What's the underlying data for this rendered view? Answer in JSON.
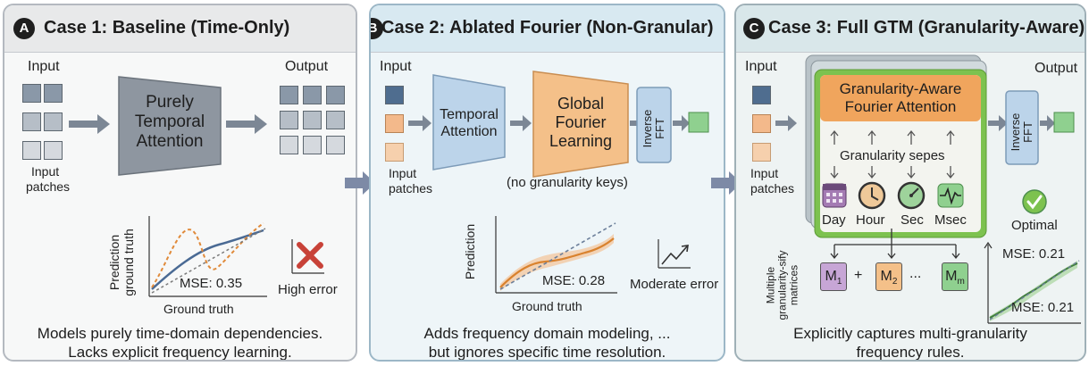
{
  "panel_a": {
    "badge": "A",
    "title": "Case 1: Baseline (Time-Only)",
    "input_label": "Input",
    "output_label": "Output",
    "patches_label_1": "Input",
    "patches_label_2": "patches",
    "block_line_1": "Purely",
    "block_line_2": "Temporal",
    "block_line_3": "Attention",
    "plot_ylabel_1": "Prediction",
    "plot_ylabel_2": "ground truth",
    "plot_xlabel": "Ground truth",
    "mse": "MSE: 0.35",
    "status": "High error",
    "caption_1": "Models purely time-domain dependencies.",
    "caption_2": "Lacks explicit frequency learning."
  },
  "panel_b": {
    "badge": "B",
    "title": "Case 2: Ablated Fourier (Non-Granular)",
    "input_label": "Input",
    "patches_label_1": "Input",
    "patches_label_2": "patches",
    "temporal_1": "Temporal",
    "temporal_2": "Attention",
    "fourier_1": "Global",
    "fourier_2": "Fourier",
    "fourier_3": "Learning",
    "fft_1": "Inverse",
    "fft_2": "FFT",
    "note": "(no granularity keys)",
    "plot_ylabel": "Prediction",
    "plot_xlabel": "Ground truth",
    "mse": "MSE: 0.28",
    "status": "Moderate error",
    "caption_1": "Adds frequency domain modeling, ...",
    "caption_2": "but ignores specific time resolution."
  },
  "panel_c": {
    "badge": "C",
    "title": "Case 3: Full GTM (Granularity-Aware)",
    "input_label": "Input",
    "output_label": "Output",
    "patches_label_1": "Input",
    "patches_label_2": "patches",
    "gfa_1": "Granularity-Aware",
    "gfa_2": "Fourier Attention",
    "sepes": "Granularity sepes",
    "fft_1": "Inverse",
    "fft_2": "FFT",
    "units": [
      "Day",
      "Hour",
      "Sec",
      "Msec"
    ],
    "optimal": "Optimal",
    "matrices_label_1": "Multiple",
    "matrices_label_2": "granularity-sify",
    "matrices_label_3": "matrices",
    "m1": "M",
    "m1_sub": "1",
    "plus": "+",
    "m2": "M",
    "m2_sub": "2",
    "dots": "...",
    "mm": "M",
    "mm_sub": "m",
    "mse_top": "MSE: 0.21",
    "mse_bottom": "MSE: 0.21",
    "caption_1": "Explicitly captures multi-granularity",
    "caption_2": "frequency rules."
  },
  "colors": {
    "temporal_block": "#8e96a0",
    "blue_block": "#bcd4ea",
    "orange_block": "#f4c089",
    "gfa_header": "#f0a55d",
    "green_frame": "#7dc24f",
    "red_x": "#c84238"
  }
}
